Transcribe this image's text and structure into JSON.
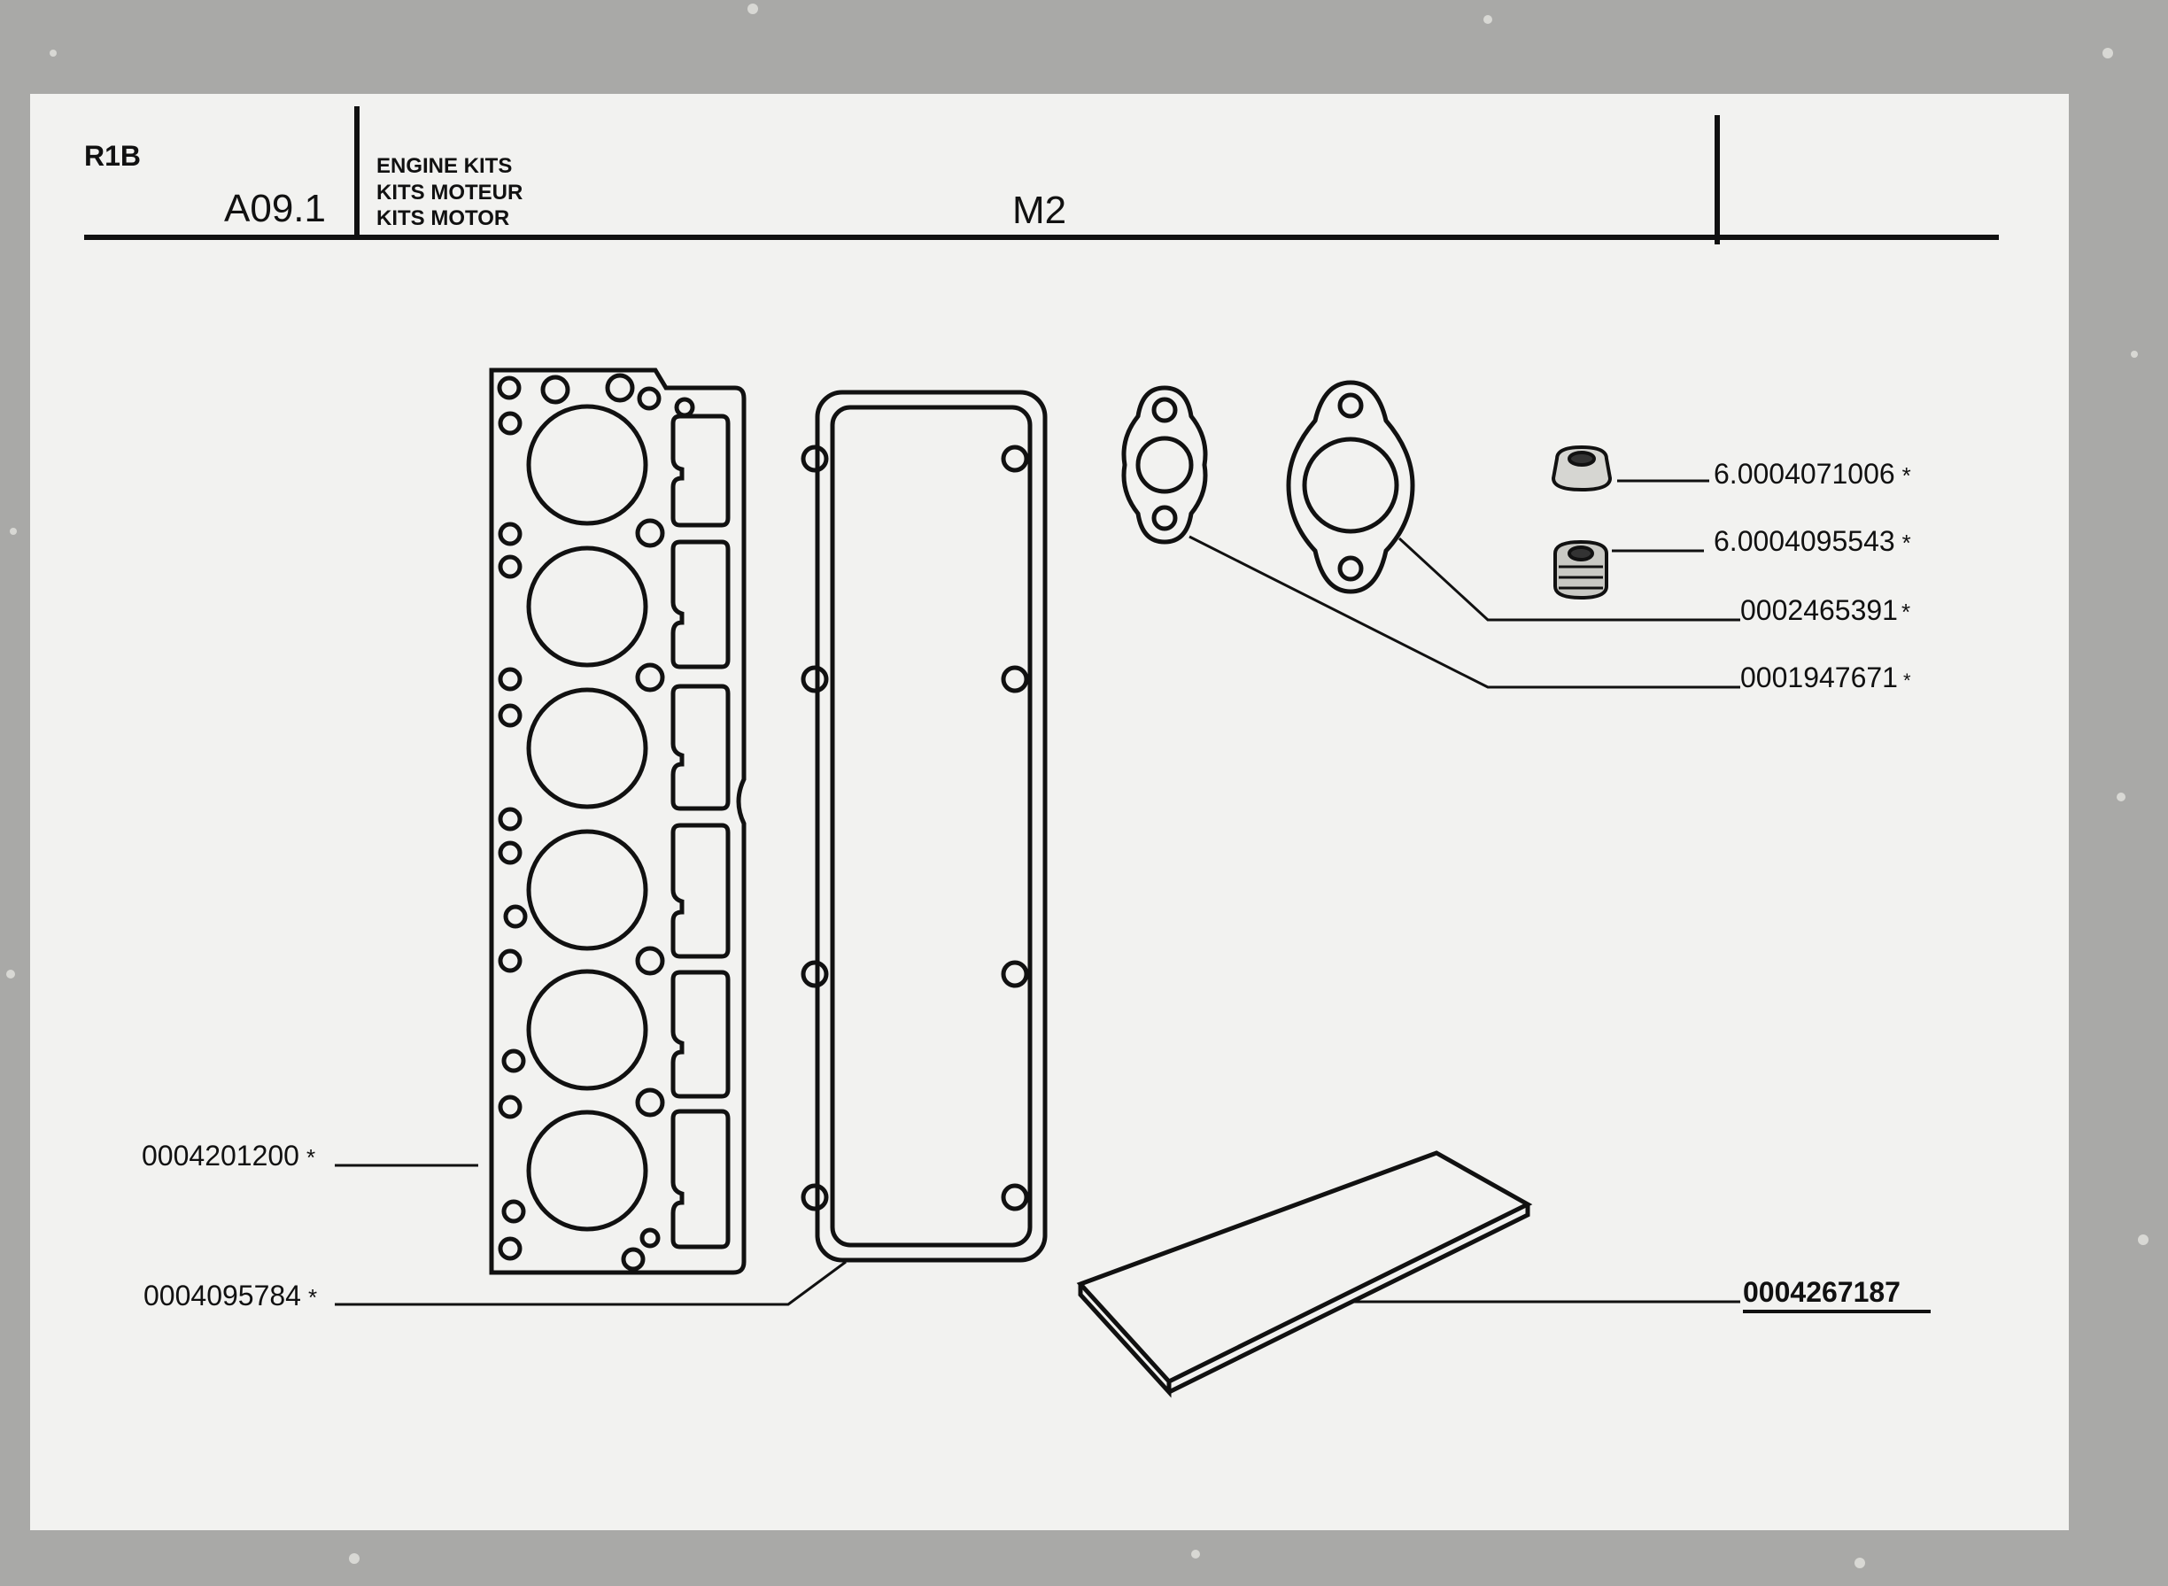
{
  "header": {
    "code": "R1B",
    "section": "A09.1",
    "titles": [
      "ENGINE KITS",
      "KITS MOTEUR",
      "KITS MOTOR"
    ],
    "model": "M2"
  },
  "parts": {
    "head_gasket": "0004201200",
    "cover_gasket": "0004095784",
    "small_flange_gasket": "0001947671",
    "large_flange_gasket": "0002465391",
    "seal_top": "6.0004071006",
    "seal_bottom": "6.0004095543",
    "sheet": "0004267187"
  },
  "marker": "*"
}
